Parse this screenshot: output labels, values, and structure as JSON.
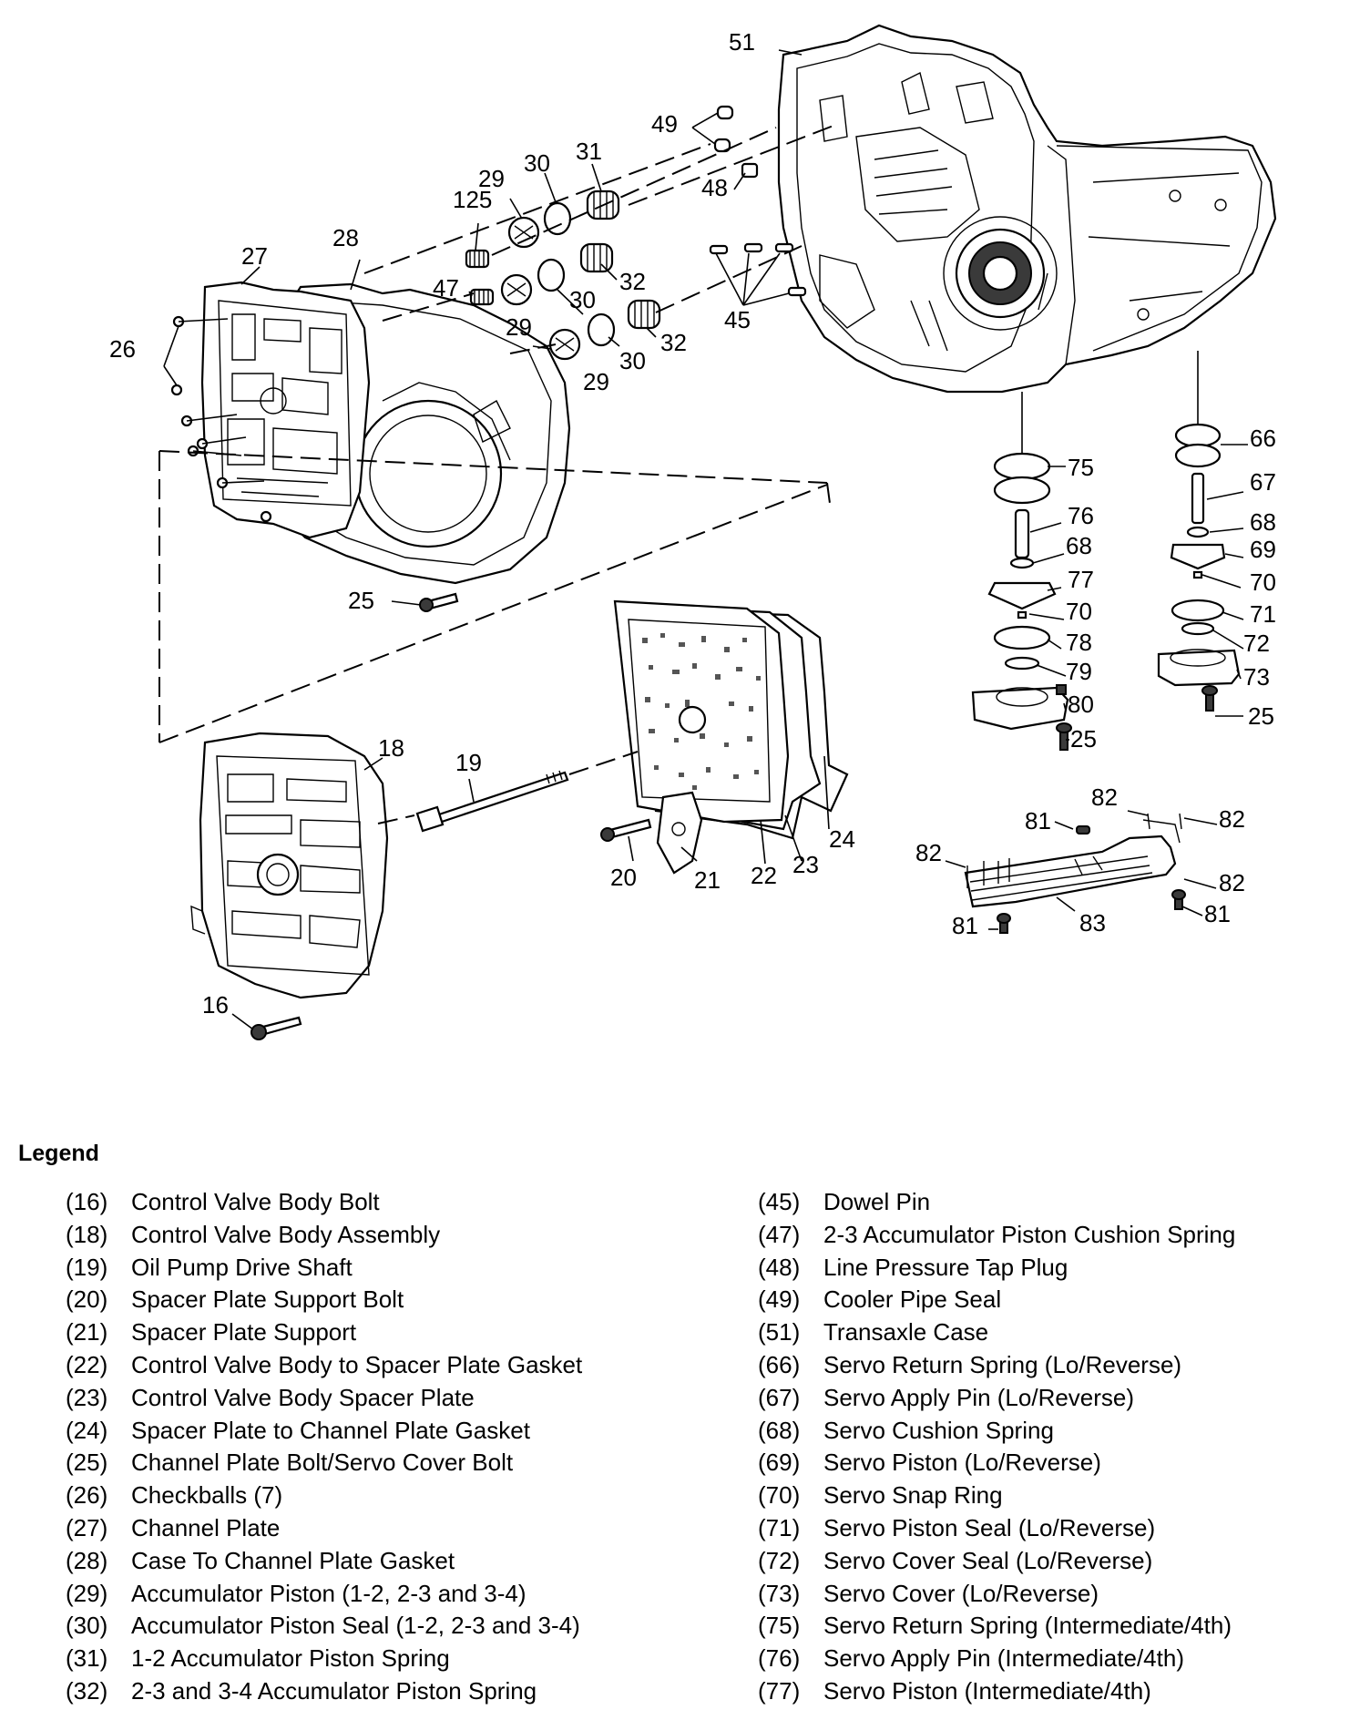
{
  "callouts": {
    "c16": "16",
    "c18": "18",
    "c19": "19",
    "c20": "20",
    "c21": "21",
    "c22": "22",
    "c23": "23",
    "c24": "24",
    "c25a": "25",
    "c25b": "25",
    "c25c": "25",
    "c26": "26",
    "c27": "27",
    "c28": "28",
    "c29a": "29",
    "c29b": "29",
    "c29c": "29",
    "c30a": "30",
    "c30b": "30",
    "c30c": "30",
    "c31": "31",
    "c32a": "32",
    "c32b": "32",
    "c45": "45",
    "c47": "47",
    "c48": "48",
    "c49": "49",
    "c51": "51",
    "c66": "66",
    "c67": "67",
    "c68a": "68",
    "c68b": "68",
    "c69": "69",
    "c70a": "70",
    "c70b": "70",
    "c71": "71",
    "c72": "72",
    "c73": "73",
    "c75": "75",
    "c76": "76",
    "c77": "77",
    "c78": "78",
    "c79": "79",
    "c80": "80",
    "c81a": "81",
    "c81b": "81",
    "c81c": "81",
    "c82a": "82",
    "c82b": "82",
    "c82c": "82",
    "c82d": "82",
    "c83": "83",
    "c125": "125"
  },
  "legend": {
    "title": "Legend",
    "left": [
      {
        "num": "(16)",
        "text": "Control Valve Body Bolt"
      },
      {
        "num": "(18)",
        "text": "Control Valve Body Assembly"
      },
      {
        "num": "(19)",
        "text": "Oil Pump Drive Shaft"
      },
      {
        "num": "(20)",
        "text": "Spacer Plate Support Bolt"
      },
      {
        "num": "(21)",
        "text": "Spacer Plate Support"
      },
      {
        "num": "(22)",
        "text": "Control Valve Body to Spacer Plate Gasket"
      },
      {
        "num": "(23)",
        "text": "Control Valve Body Spacer Plate"
      },
      {
        "num": "(24)",
        "text": "Spacer Plate to Channel Plate Gasket"
      },
      {
        "num": "(25)",
        "text": "Channel Plate Bolt/Servo Cover Bolt"
      },
      {
        "num": "(26)",
        "text": "Checkballs (7)"
      },
      {
        "num": "(27)",
        "text": "Channel Plate"
      },
      {
        "num": "(28)",
        "text": "Case To Channel Plate Gasket"
      },
      {
        "num": "(29)",
        "text": "Accumulator Piston (1-2, 2-3 and 3-4)"
      },
      {
        "num": "(30)",
        "text": "Accumulator Piston Seal (1-2, 2-3 and 3-4)"
      },
      {
        "num": "(31)",
        "text": "1-2 Accumulator Piston Spring"
      },
      {
        "num": "(32)",
        "text": "2-3 and 3-4 Accumulator Piston Spring"
      }
    ],
    "right": [
      {
        "num": "(45)",
        "text": "Dowel Pin"
      },
      {
        "num": "(47)",
        "text": "2-3 Accumulator Piston Cushion Spring"
      },
      {
        "num": "(48)",
        "text": "Line Pressure Tap Plug"
      },
      {
        "num": "(49)",
        "text": "Cooler Pipe Seal"
      },
      {
        "num": "(51)",
        "text": "Transaxle Case"
      },
      {
        "num": "(66)",
        "text": "Servo Return Spring (Lo/Reverse)"
      },
      {
        "num": "(67)",
        "text": "Servo Apply Pin (Lo/Reverse)"
      },
      {
        "num": "(68)",
        "text": "Servo Cushion Spring"
      },
      {
        "num": "(69)",
        "text": "Servo Piston (Lo/Reverse)"
      },
      {
        "num": "(70)",
        "text": "Servo Snap Ring"
      },
      {
        "num": "(71)",
        "text": "Servo Piston Seal (Lo/Reverse)"
      },
      {
        "num": "(72)",
        "text": "Servo Cover Seal (Lo/Reverse)"
      },
      {
        "num": "(73)",
        "text": "Servo Cover (Lo/Reverse)"
      },
      {
        "num": "(75)",
        "text": "Servo Return Spring (Intermediate/4th)"
      },
      {
        "num": "(76)",
        "text": "Servo Apply Pin (Intermediate/4th)"
      },
      {
        "num": "(77)",
        "text": "Servo Piston (Intermediate/4th)"
      }
    ]
  }
}
